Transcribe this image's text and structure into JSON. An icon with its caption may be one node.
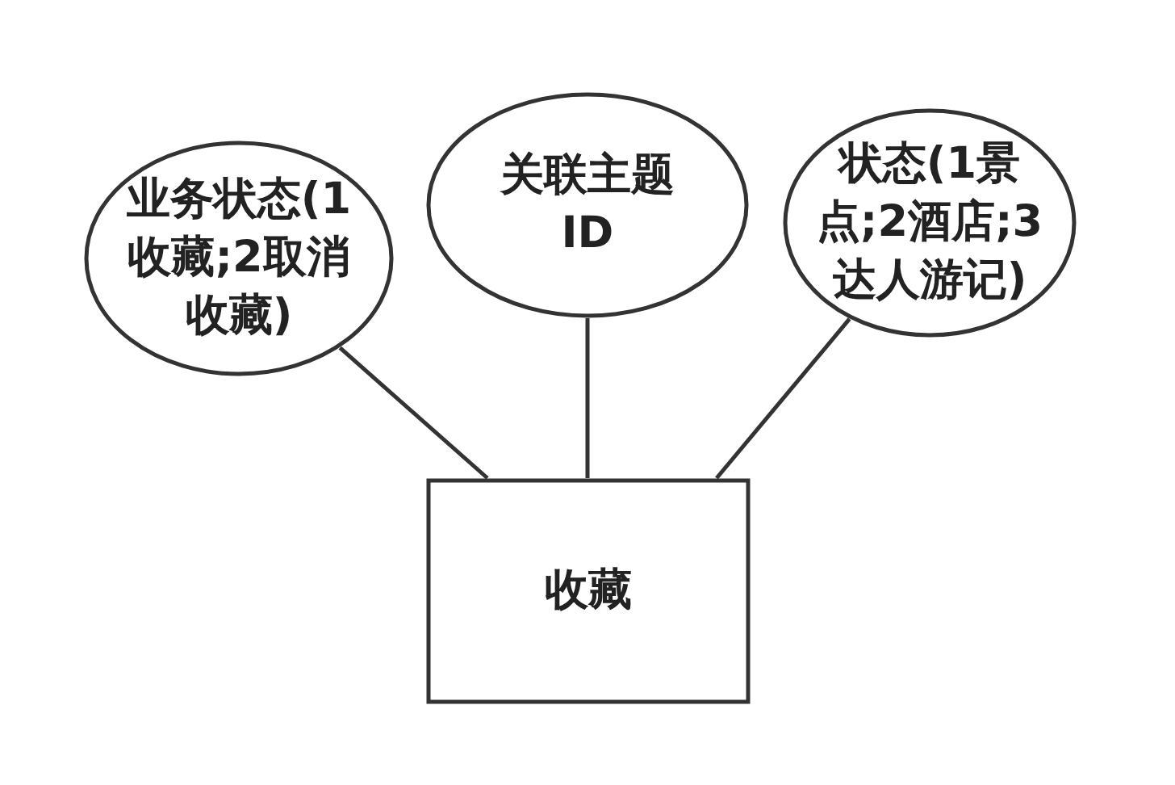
{
  "diagram": {
    "nodes": [
      {
        "text": [
          "业务状态(1收藏;2取消收藏)"
        ]
      },
      {
        "text": [
          "关联主题ID"
        ]
      },
      {
        "text": [
          "状态(1景点;2酒店;3达人游记)"
        ]
      },
      {
        "text": [
          "收藏"
        ]
      }
    ],
    "edges": [
      {
        "from": 0,
        "to": 3,
        "arrow": "none"
      },
      {
        "from": 1,
        "to": 3,
        "arrow": "none"
      },
      {
        "from": 2,
        "to": 3,
        "arrow": "none"
      }
    ]
  }
}
